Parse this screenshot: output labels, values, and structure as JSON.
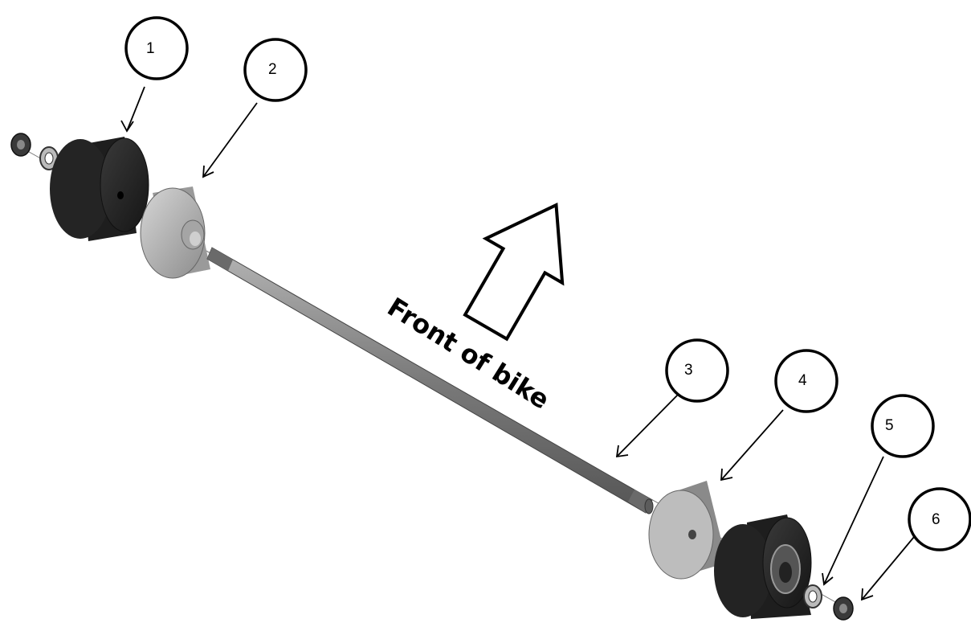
{
  "callouts": [
    {
      "id": "1",
      "label": "1"
    },
    {
      "id": "2",
      "label": "2"
    },
    {
      "id": "3",
      "label": "3"
    },
    {
      "id": "4",
      "label": "4"
    },
    {
      "id": "5",
      "label": "5"
    },
    {
      "id": "6",
      "label": "6"
    }
  ],
  "direction_label": "Front of bike",
  "colors": {
    "rubber": "#2b2b2b",
    "spacer": "#b9b9b9",
    "axle": "#8e8e8e",
    "outline": "#000000"
  }
}
